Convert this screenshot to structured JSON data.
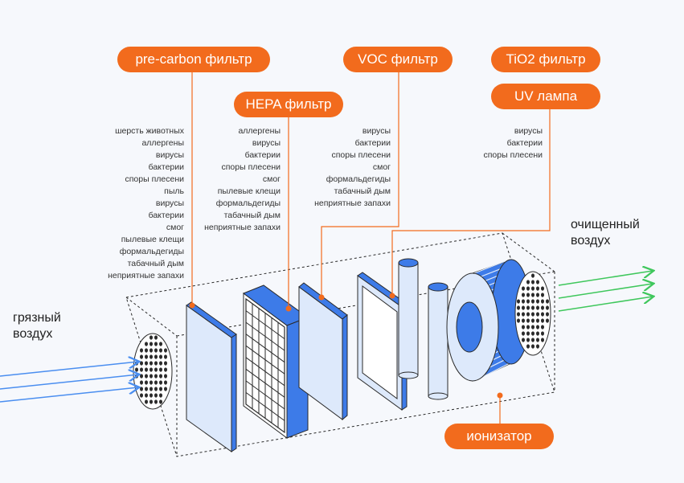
{
  "labels": {
    "precarbon": "pre-carbon фильтр",
    "hepa": "HEPA фильтр",
    "voc": "VOC фильтр",
    "tio2": "TiO2 фильтр",
    "uv": "UV лампа",
    "ionizer": "ионизатор"
  },
  "lists": {
    "precarbon": [
      "шерсть животных",
      "аллергены",
      "вирусы",
      "бактерии",
      "споры плесени",
      "пыль",
      "вирусы",
      "бактерии",
      "смог",
      "пылевые клещи",
      "формальдегиды",
      "табачный дым",
      "неприятные запахи"
    ],
    "hepa": [
      "аллергены",
      "вирусы",
      "бактерии",
      "споры плесени",
      "смог",
      "пылевые клещи",
      "формальдегиды",
      "табачный дым",
      "неприятные запахи"
    ],
    "voc": [
      "вирусы",
      "бактерии",
      "споры плесени",
      "смог",
      "формальдегиды",
      "табачный дым",
      "неприятные запахи"
    ],
    "tio2": [
      "вирусы",
      "бактерии",
      "споры плесени"
    ]
  },
  "flow": {
    "dirty": [
      "грязный",
      "воздух"
    ],
    "clean": [
      "очищенный",
      "воздух"
    ]
  },
  "colors": {
    "accent": "#f26b1d",
    "filter_blue": "#3d7be8",
    "filter_light": "#dde9fb",
    "dirty_arrow": "#4a8ef0",
    "clean_arrow": "#3fc75c",
    "outline": "#2a2a2a"
  }
}
